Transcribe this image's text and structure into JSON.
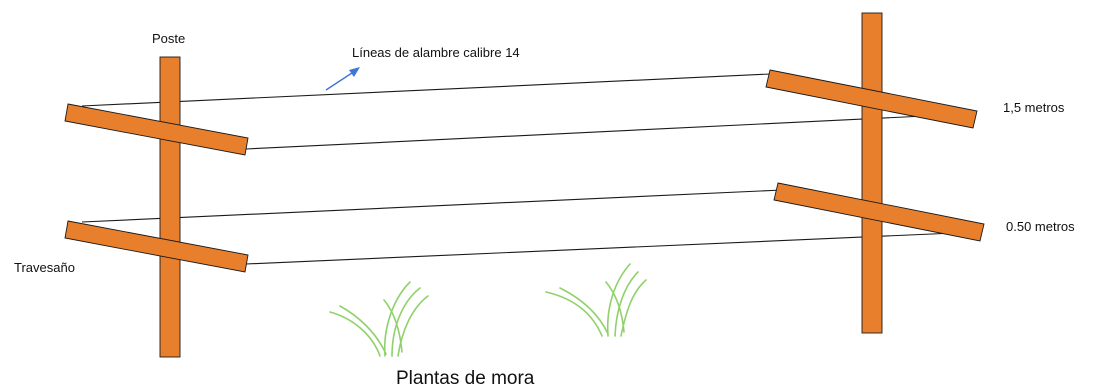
{
  "labels": {
    "post": "Poste",
    "wire": "Líneas de alambre calibre 14",
    "height_top": "1,5 metros",
    "height_bottom": "0.50 metros",
    "crossbar": "Travesaño",
    "caption": "Plantas de mora"
  },
  "colors": {
    "wood": "#e87f2c",
    "wire": "#1a1a1a",
    "grass": "#8fd16a",
    "pointer": "#3c78d8"
  }
}
